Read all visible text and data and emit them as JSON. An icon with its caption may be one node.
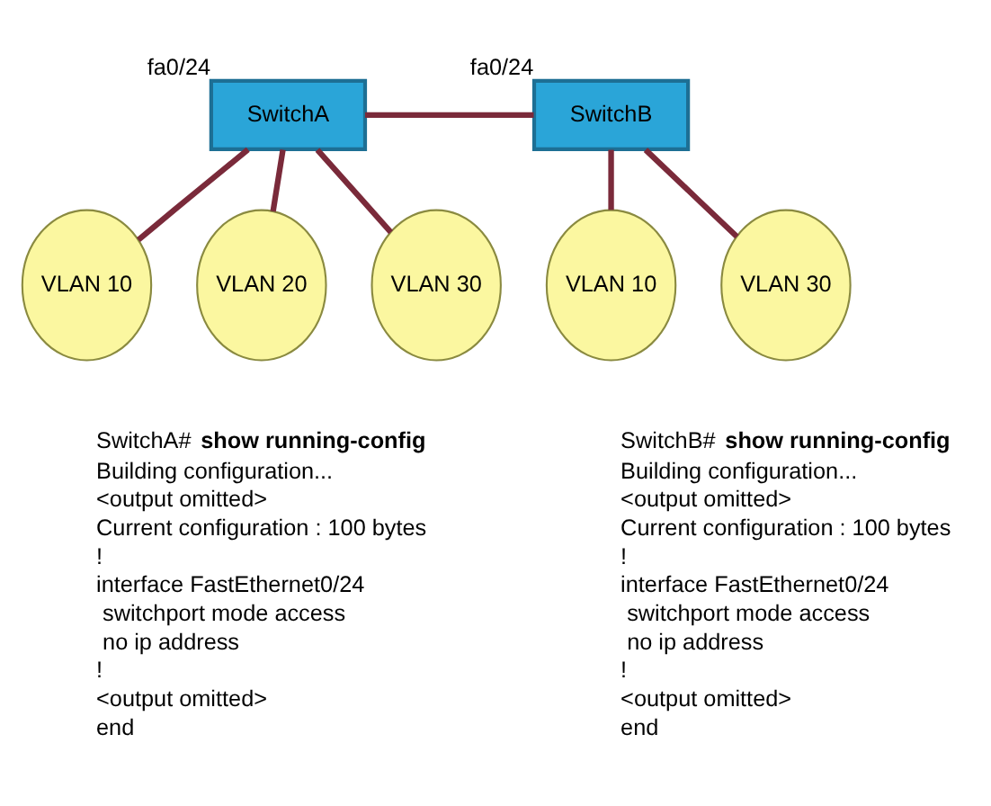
{
  "diagram": {
    "nodes": [
      {
        "text": [
          "SwitchA"
        ],
        "beside": [
          "fa0/24"
        ]
      },
      {
        "text": [
          "SwitchB"
        ],
        "beside": [
          "fa0/24"
        ]
      },
      {
        "text": [
          "VLAN 10"
        ]
      },
      {
        "text": [
          "VLAN 20"
        ]
      },
      {
        "text": [
          "VLAN 30"
        ]
      },
      {
        "text": [
          "VLAN 10"
        ]
      },
      {
        "text": [
          "VLAN 30"
        ]
      }
    ],
    "edges": [
      {
        "from": 0,
        "to": 1,
        "arrow": "none"
      },
      {
        "from": 0,
        "to": 2,
        "arrow": "none"
      },
      {
        "from": 0,
        "to": 3,
        "arrow": "none"
      },
      {
        "from": 0,
        "to": 4,
        "arrow": "none"
      },
      {
        "from": 1,
        "to": 5,
        "arrow": "none"
      },
      {
        "from": 1,
        "to": 6,
        "arrow": "none"
      }
    ],
    "labels": [
      "SwitchA# **show running-config**",
      "Building configuration...",
      "<output omitted>",
      "Current configuration : 100 bytes",
      "!",
      "interface FastEthernet0/24",
      " switchport mode access",
      " no ip address",
      "!",
      "<output omitted>",
      "end",
      "SwitchB# **show running-config**",
      "Building configuration...",
      "<output omitted>",
      "Current configuration : 100 bytes",
      "!",
      "interface FastEthernet0/24",
      " switchport mode access",
      " no ip address",
      "!",
      "<output omitted>",
      "end"
    ]
  }
}
